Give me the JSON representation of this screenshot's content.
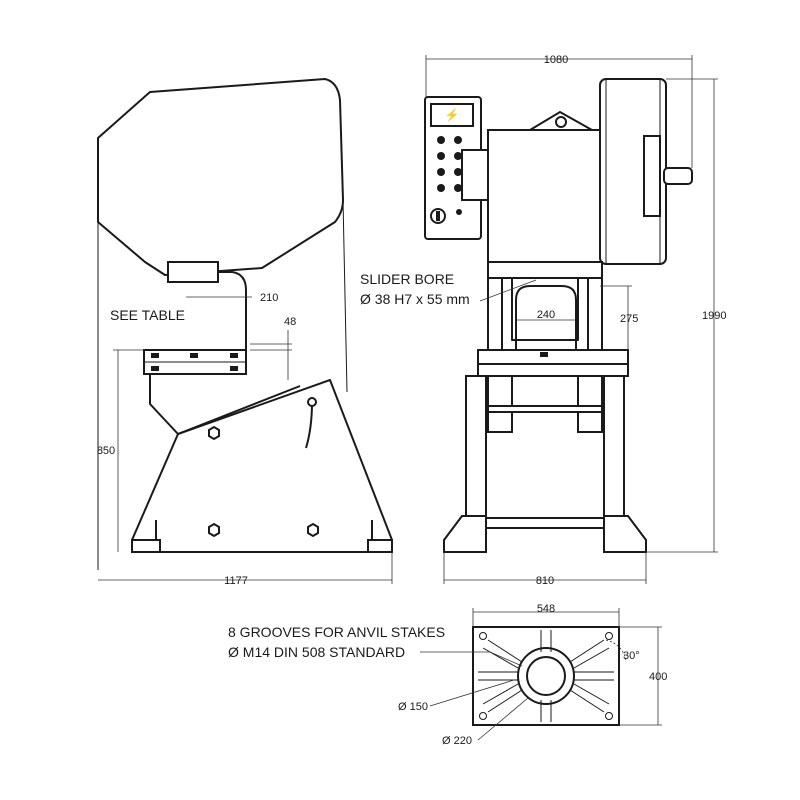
{
  "side_view": {
    "dim_overall_length": "1177",
    "dim_table_height": "850",
    "dim_throat_depth": "210",
    "dim_table_thickness": "48",
    "label_see_table": "SEE TABLE"
  },
  "front_view": {
    "dim_overall_width": "1080",
    "dim_overall_height": "1990",
    "dim_base_width": "810",
    "dim_opening_width": "240",
    "dim_opening_height": "275",
    "label_slider_line1": "SLIDER BORE",
    "label_slider_line2": "Ø 38 H7 x 55 mm"
  },
  "table_view": {
    "dim_width": "548",
    "dim_depth": "400",
    "dim_angle": "30°",
    "dim_hole_inner": "Ø 150",
    "dim_hole_outer": "Ø 220",
    "label_grooves_line1": "8 GROOVES FOR ANVIL STAKES",
    "label_grooves_line2": "Ø M14 DIN 508 STANDARD"
  }
}
